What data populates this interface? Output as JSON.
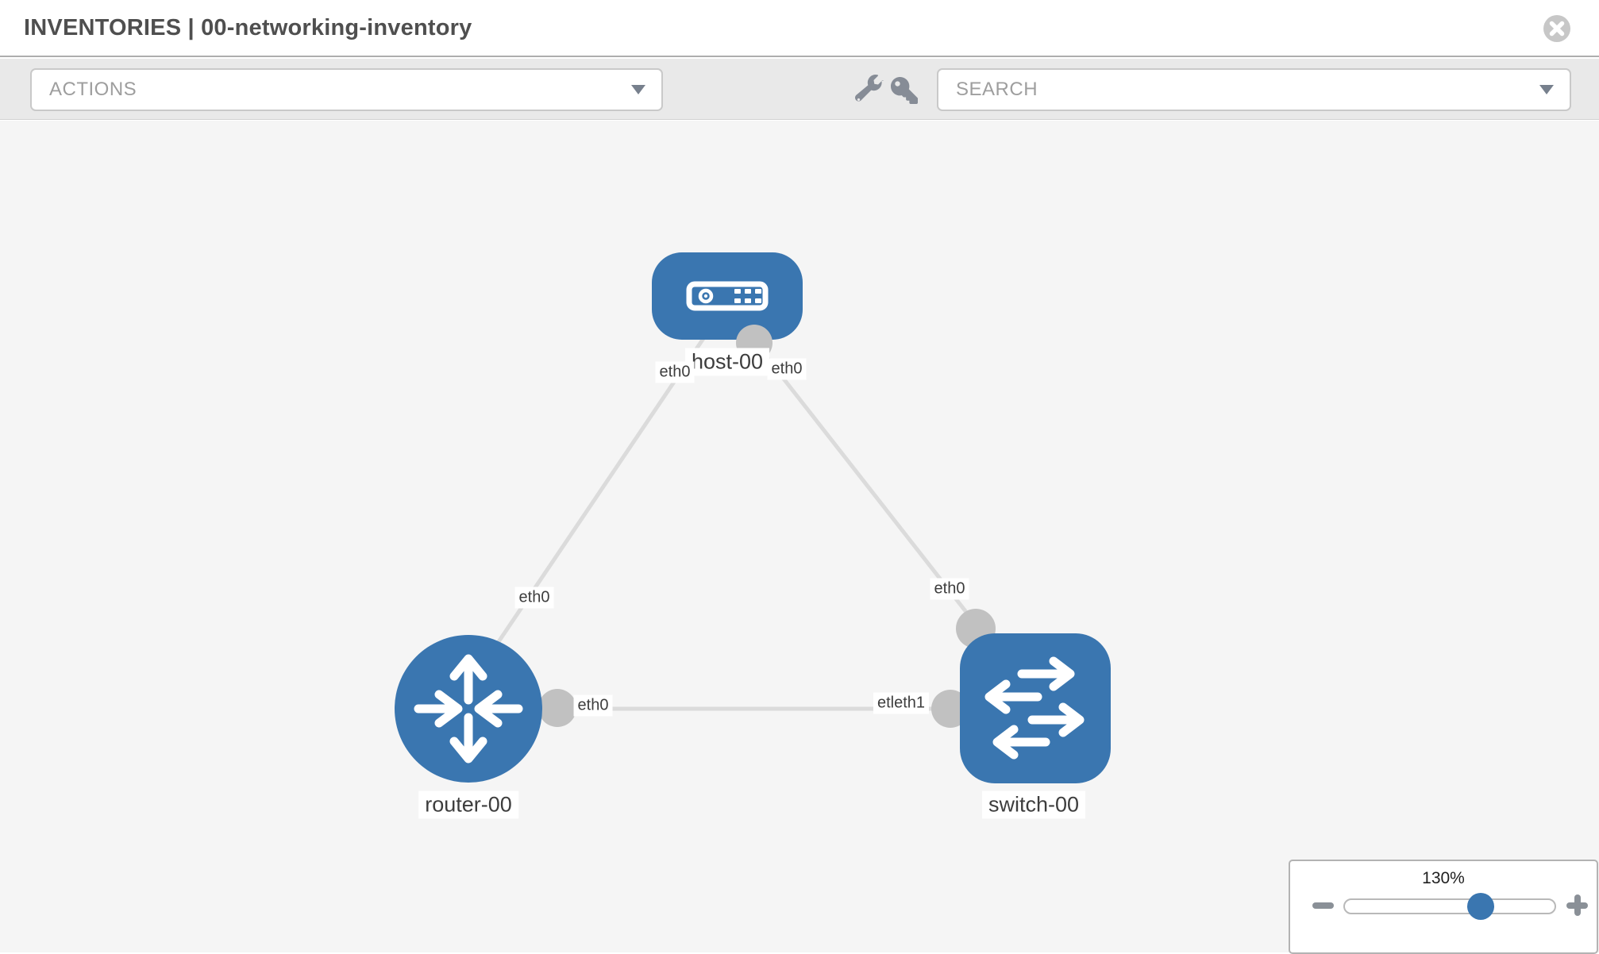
{
  "header": {
    "title": "INVENTORIES | 00-networking-inventory",
    "close_icon": "x-circle-icon"
  },
  "toolbar": {
    "actions_label": "ACTIONS",
    "search_label": "SEARCH",
    "wrench_icon": "wrench-icon",
    "key_icon": "key-icon",
    "caret_icon": "caret-down-icon"
  },
  "topology": {
    "nodes": [
      {
        "id": "host-00",
        "type": "host",
        "label": "host-00",
        "icon": "host-icon"
      },
      {
        "id": "router-00",
        "type": "router",
        "label": "router-00",
        "icon": "router-icon"
      },
      {
        "id": "switch-00",
        "type": "switch",
        "label": "switch-00",
        "icon": "switch-icon"
      }
    ],
    "links": [
      {
        "from": "host-00",
        "to": "router-00",
        "from_interface": "eth0",
        "to_interface": "eth0"
      },
      {
        "from": "host-00",
        "to": "switch-00",
        "from_interface": "eth0",
        "to_interface": "eth0"
      },
      {
        "from": "router-00",
        "to": "switch-00",
        "from_interface": "eth0",
        "to_interface": "etleth1"
      }
    ],
    "labels": {
      "host": "host-00",
      "router": "router-00",
      "switch": "switch-00",
      "eth_host_left": "eth0",
      "eth_host_right": "eth0",
      "eth_link_host_router": "eth0",
      "eth_link_host_switch": "eth0",
      "eth_router_right": "eth0",
      "eth_switch_left": "etleth1"
    }
  },
  "zoom_control": {
    "value": "130%",
    "minus_icon": "minus-icon",
    "plus_icon": "plus-icon",
    "slider_percent": 64
  },
  "colors": {
    "node_blue": "#3a76b0",
    "link_gray": "#dbdbdb",
    "interface_gray": "#c1c1c1",
    "toolbar_bg": "#e9e9e9",
    "canvas_bg": "#f5f5f5"
  }
}
